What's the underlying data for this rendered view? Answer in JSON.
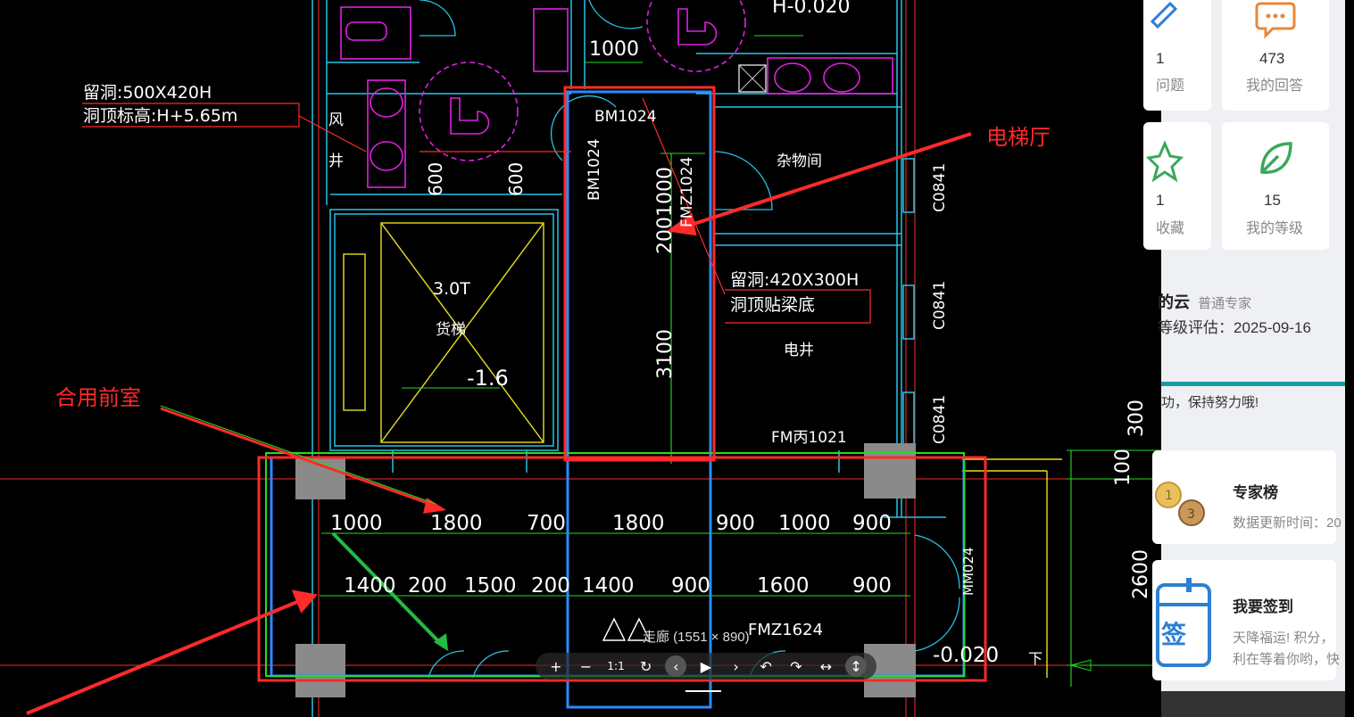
{
  "annotations": {
    "elevator_hall": "电梯厅",
    "shared_anteroom": "合用前室"
  },
  "cad": {
    "hole1_line1": "留洞:500X420H",
    "hole1_line2": "洞顶标高:H+5.65m",
    "wind_shaft_1": "风",
    "wind_shaft_2": "井",
    "dim_600a": "600",
    "dim_600b": "600",
    "dim_1000_top": "1000",
    "level_top": "H-0.020",
    "bm1024_h": "BM1024",
    "bm1024_v": "BM1024",
    "dim_2001000": "2001000",
    "fmz1024": "FMZ1024",
    "storage": "杂物间",
    "c0841_a": "C0841",
    "c0841_b": "C0841",
    "c0841_c": "C0841",
    "hole2_line1": "留洞:420X300H",
    "hole2_line2": "洞顶贴梁底",
    "elec_shaft": "电井",
    "dim_3100": "3100",
    "lift_capacity": "3.0T",
    "lift_name": "货梯",
    "lift_level": "-1.6",
    "fm1021": "FM丙1021",
    "dim_300": "300",
    "dim_100": "100",
    "dim_2600": "2600",
    "row1": [
      "1000",
      "1800",
      "700",
      "1800",
      "900",
      "1000",
      "900"
    ],
    "row2": [
      "1400",
      "200",
      "1500",
      "200",
      "1400",
      "900",
      "1600",
      "900"
    ],
    "fmz1624": "FMZ1624",
    "level_bottom": "-0.020",
    "down_mark": "下",
    "mm024": "MM024"
  },
  "viewer": {
    "caption": "走廊 (1551 × 890)",
    "zoom_in": "+",
    "zoom_out": "−",
    "one_to_one": "1:1",
    "reset": "↻",
    "prev": "‹",
    "play": "▶",
    "next": "›",
    "undo": "↶",
    "redo": "↷",
    "flip_h": "↔",
    "flip_v": "↕"
  },
  "panel": {
    "stat_questions_num": "1",
    "stat_questions_label": "问题",
    "stat_answers_num": "473",
    "stat_answers_label": "我的回答",
    "stat_fav_num": "1",
    "stat_fav_label": "收藏",
    "stat_level_num": "15",
    "stat_level_label": "我的等级",
    "user_name": "的云",
    "user_role": "普通专家",
    "level_eval": "等级评估：2025-09-16",
    "encourage": "功，保持努力哦!",
    "expert_title": "专家榜",
    "expert_sub": "数据更新时间：20",
    "signin_title": "我要签到",
    "signin_line1": "天降福运! 积分，",
    "signin_line2": "利在等着你哟，快",
    "signin_icon_text": "签",
    "colors": {
      "accent": "#e8883a",
      "green": "#3aa85a",
      "blue": "#2d7fd3",
      "teal": "#1f9aa3"
    }
  }
}
